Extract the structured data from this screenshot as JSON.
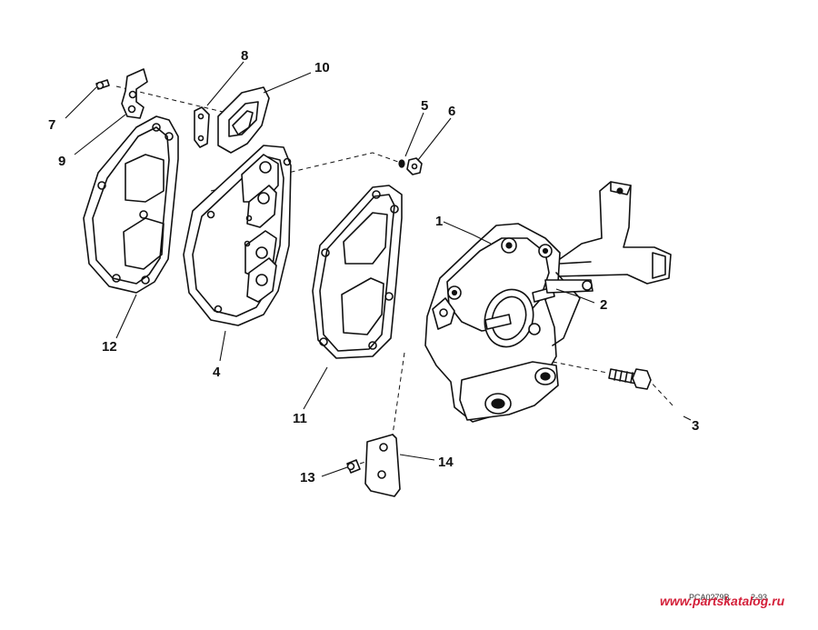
{
  "diagram": {
    "callouts": {
      "c1": "1",
      "c2": "2",
      "c3": "3",
      "c4": "4",
      "c5": "5",
      "c6": "6",
      "c7": "7",
      "c8": "8",
      "c9": "9",
      "c10": "10",
      "c11": "11",
      "c12": "12",
      "c13": "13",
      "c14": "14"
    },
    "drawing_code": "PCA0279B",
    "date_code": "2-93"
  },
  "watermark": {
    "text": "www.partskatalog.ru",
    "color": "#d4203a"
  },
  "colors": {
    "line": "#111111",
    "background": "#ffffff"
  }
}
